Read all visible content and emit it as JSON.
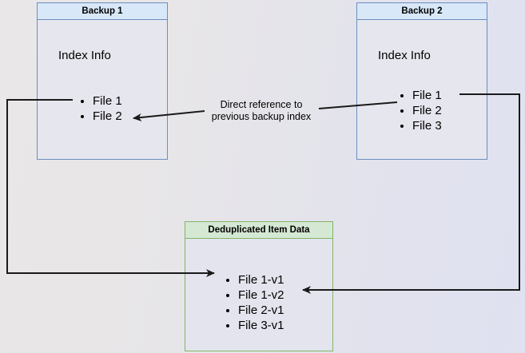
{
  "diagram": {
    "title_hidden": "Backup deduplication reference diagram",
    "annotation": {
      "line1": "Direct reference to",
      "line2": "previous backup index"
    },
    "boxes": [
      {
        "id": "backup1",
        "title": "Backup 1",
        "heading": "Index Info",
        "items": [
          "File 1",
          "File 2"
        ],
        "accent": "#6c8ebf",
        "title_fill": "#d8e8f8"
      },
      {
        "id": "backup2",
        "title": "Backup 2",
        "heading": "Index Info",
        "items": [
          "File 1",
          "File 2",
          "File 3"
        ],
        "accent": "#6c8ebf",
        "title_fill": "#d8e8f8"
      },
      {
        "id": "dedup",
        "title": "Deduplicated Item Data",
        "heading": "",
        "items": [
          "File 1-v1",
          "File 1-v2",
          "File 2-v1",
          "File 3-v1"
        ],
        "accent": "#82b366",
        "title_fill": "#d5e8d4"
      }
    ],
    "connector_color": "#1a1a1a",
    "background": {
      "from": "#e9e7e7",
      "to": "#e0e1f1"
    }
  }
}
